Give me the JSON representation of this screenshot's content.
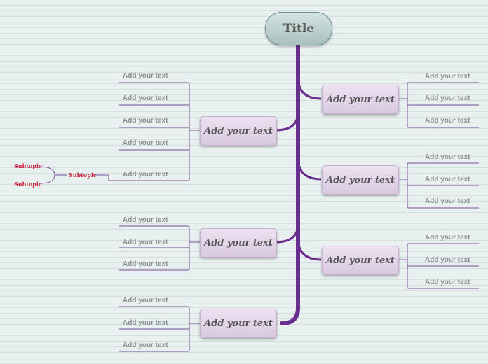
{
  "title": "Title",
  "topics": {
    "left_1": "Add your text",
    "left_2": "Add your text",
    "left_3": "Add your text",
    "right_1": "Add your text",
    "right_2": "Add your text",
    "right_3": "Add your text"
  },
  "leaves": {
    "l1": [
      "Add your text",
      "Add your text",
      "Add your text",
      "Add your text",
      "Add your text"
    ],
    "l2": [
      "Add your text",
      "Add your text",
      "Add your text"
    ],
    "l3": [
      "Add your text",
      "Add your text",
      "Add your text"
    ],
    "r1": [
      "Add your text",
      "Add your text",
      "Add your text"
    ],
    "r2": [
      "Add your text",
      "Add your text",
      "Add your text"
    ],
    "r3": [
      "Add your text",
      "Add your text",
      "Add your text"
    ]
  },
  "subtopics": {
    "parent": "Subtopic",
    "children": [
      "Subtopic",
      "Subtopic"
    ]
  },
  "colors": {
    "trunk": "#6a2c8e",
    "branch": "#7a4e98",
    "subtopic_text": "#c8243c"
  }
}
